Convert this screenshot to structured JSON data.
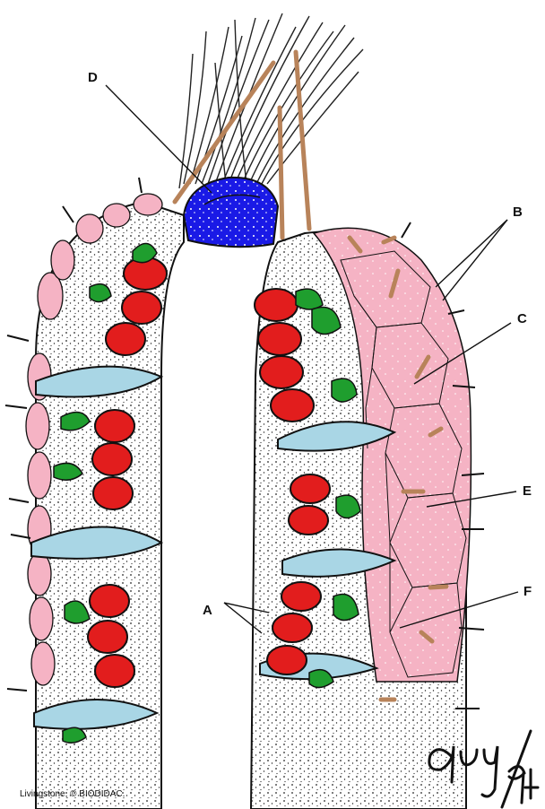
{
  "labels": {
    "a": "A",
    "b": "B",
    "c": "C",
    "d": "D",
    "e": "E",
    "f": "F"
  },
  "credit": "Livingstone, © BIODIDAC.",
  "signature": "Guy/94",
  "colors": {
    "rhabdite_gland_red": "#e21d1d",
    "gland_green": "#1f9e2e",
    "capsule_blue": "#a9d6e5",
    "ganglion_blue": "#1a1ae6",
    "epithelium_pink": "#f5b3c4",
    "fiber_brown": "#b8835a",
    "outline": "#111111"
  }
}
